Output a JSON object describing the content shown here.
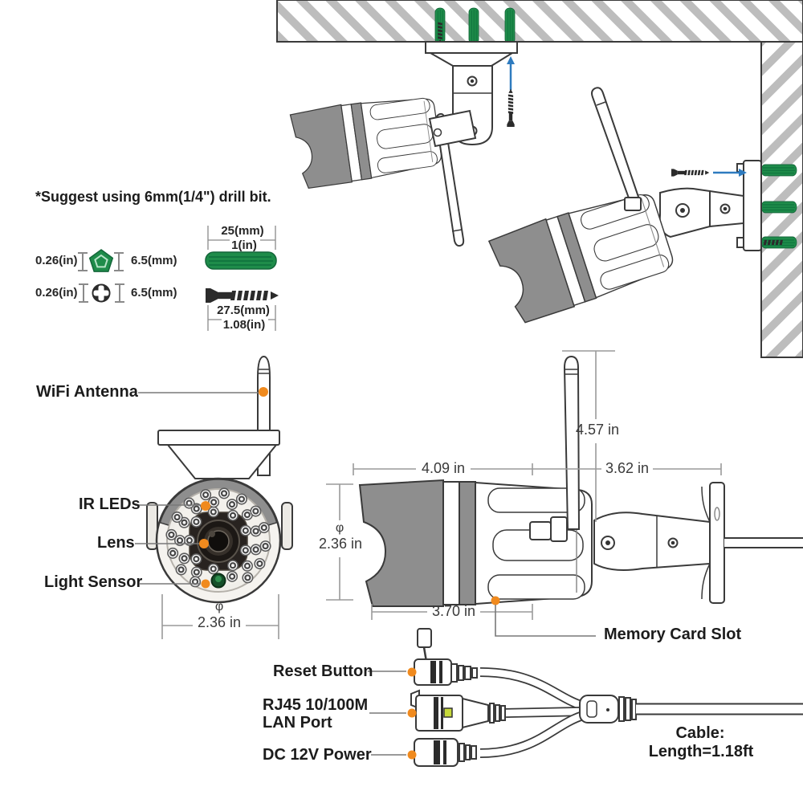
{
  "note": "*Suggest using 6mm(1/4\") drill bit.",
  "drill_legend": {
    "anchor_row": {
      "left_value": "0.26(in)",
      "right_value": "6.5(mm)"
    },
    "screw_row": {
      "left_value": "0.26(in)",
      "right_value": "6.5(mm)"
    },
    "plug_length_mm": "25(mm)",
    "plug_length_in": "1(in)",
    "screw_length_mm": "27.5(mm)",
    "screw_length_in": "1.08(in)"
  },
  "front_view": {
    "wifi_antenna_label": "WiFi Antenna",
    "ir_leds_label": "IR LEDs",
    "lens_label": "Lens",
    "light_sensor_label": "Light Sensor",
    "diameter_symbol": "φ",
    "diameter_value": "2.36 in"
  },
  "side_view": {
    "antenna_height": "4.57 in",
    "body_length": "4.09 in",
    "bracket_length": "3.62 in",
    "diameter_symbol": "φ",
    "diameter_value": "2.36 in",
    "base_length": "3.70 in",
    "memory_card_slot_label": "Memory Card Slot"
  },
  "cable": {
    "reset_button_label": "Reset Button",
    "lan_port_label_line1": "RJ45 10/100M",
    "lan_port_label_line2": "LAN Port",
    "dc_power_label": "DC 12V Power",
    "cable_label_line1": "Cable:",
    "cable_label_line2": "Length=1.18ft"
  },
  "colors": {
    "anchor_green": "#1e8c4a",
    "callout_orange": "#f08a1e",
    "arrow_blue": "#2e7bbf"
  }
}
